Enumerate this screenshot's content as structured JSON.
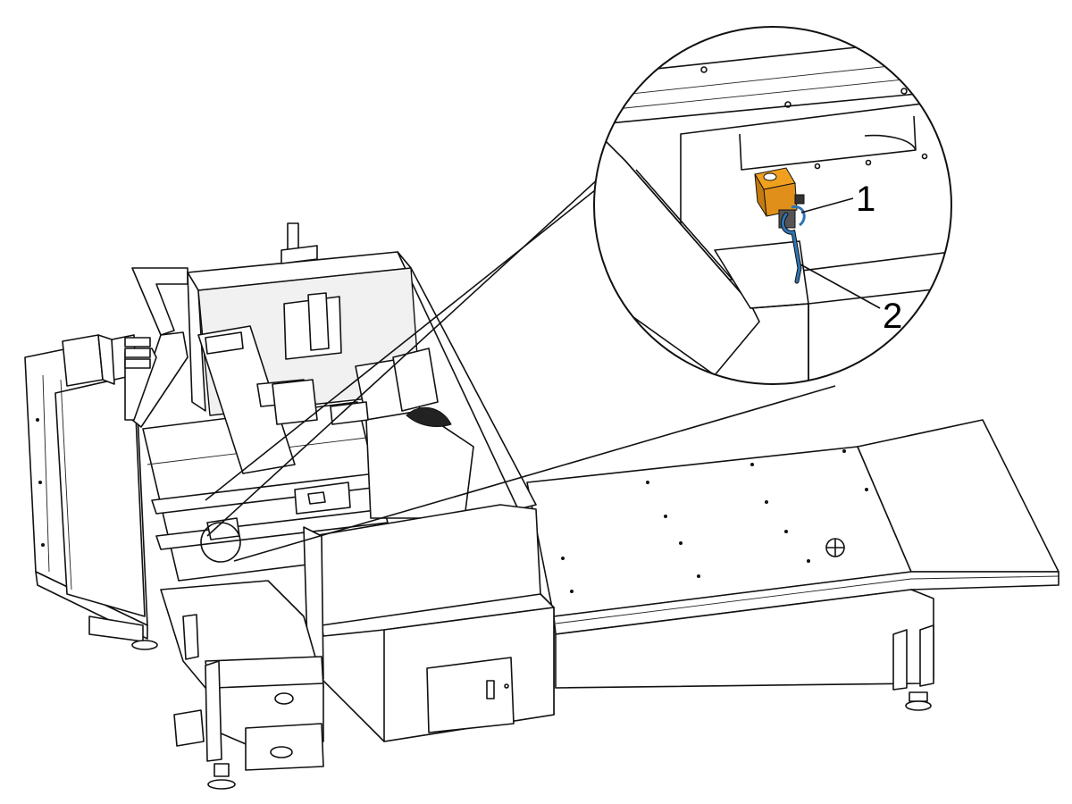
{
  "callouts": [
    {
      "id": "1",
      "label": "1"
    },
    {
      "id": "2",
      "label": "2"
    }
  ],
  "colors": {
    "clamp_block": "#f0a01e",
    "clamp_block_shade": "#c47a10",
    "hook_handle": "#2e74b5",
    "line": "#111111",
    "background": "#ffffff"
  },
  "icons": {
    "detail_view": "magnified-detail-circle",
    "part_1": "clamp-block",
    "part_2": "hook-handle"
  }
}
